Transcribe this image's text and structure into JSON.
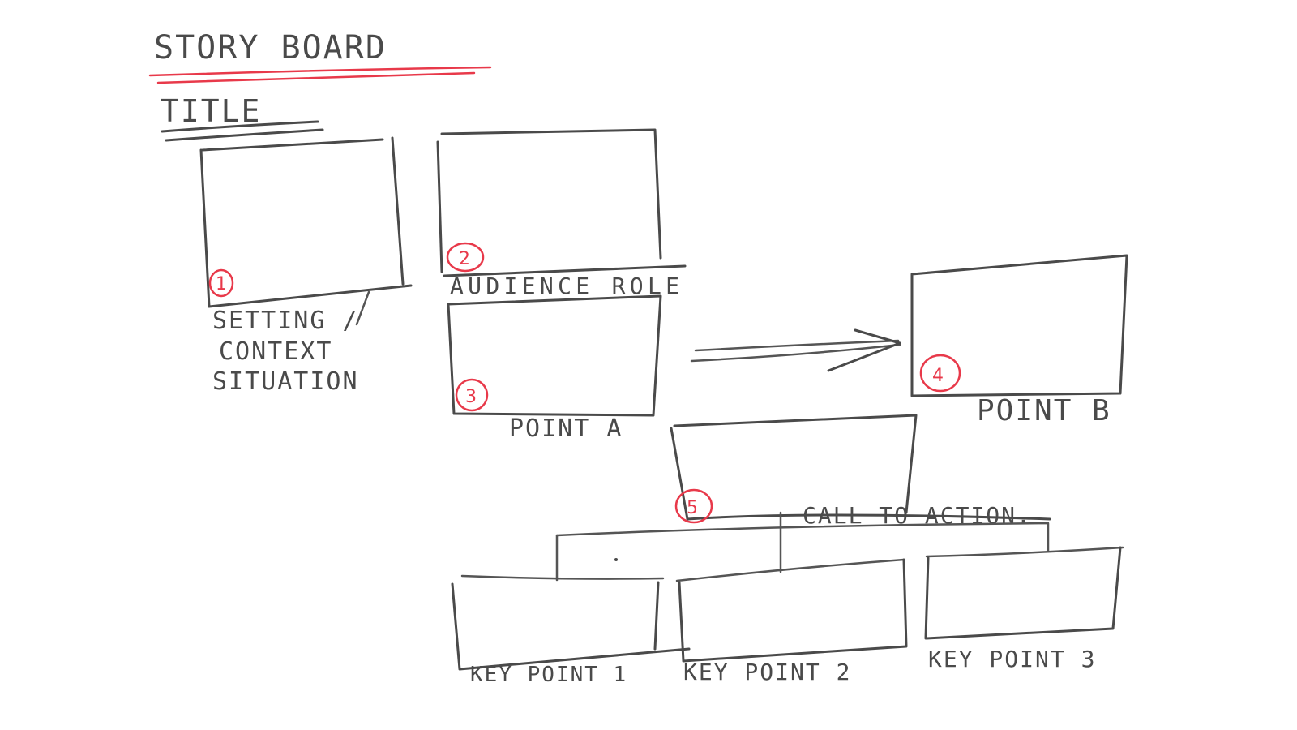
{
  "header": {
    "title": "STORY BOARD",
    "subtitle": "TITLE"
  },
  "colors": {
    "ink": "#4a4a4a",
    "accent": "#e8394a",
    "background": "#ffffff"
  },
  "frames": [
    {
      "id": "setting",
      "number": "1",
      "label_lines": [
        "SETTING /",
        "CONTEXT",
        "SITUATION"
      ]
    },
    {
      "id": "audience-role",
      "number": "2",
      "label_lines": [
        "AUDIENCE ROLE"
      ]
    },
    {
      "id": "point-a",
      "number": "3",
      "label_lines": [
        "POINT A"
      ]
    },
    {
      "id": "point-b",
      "number": "4",
      "label_lines": [
        "POINT B"
      ]
    },
    {
      "id": "call-to-action",
      "number": "5",
      "label_lines": [
        "CALL TO ACTION."
      ]
    },
    {
      "id": "key-point-1",
      "number": "",
      "label_lines": [
        "KEY POINT 1"
      ]
    },
    {
      "id": "key-point-2",
      "number": "",
      "label_lines": [
        "KEY POINT 2"
      ]
    },
    {
      "id": "key-point-3",
      "number": "",
      "label_lines": [
        "KEY POINT 3"
      ]
    }
  ],
  "connectors": [
    {
      "from": "point-a",
      "to": "point-b",
      "kind": "double-arrow"
    },
    {
      "from": "call-to-action",
      "to": "key-points",
      "kind": "bracket-tree"
    }
  ]
}
